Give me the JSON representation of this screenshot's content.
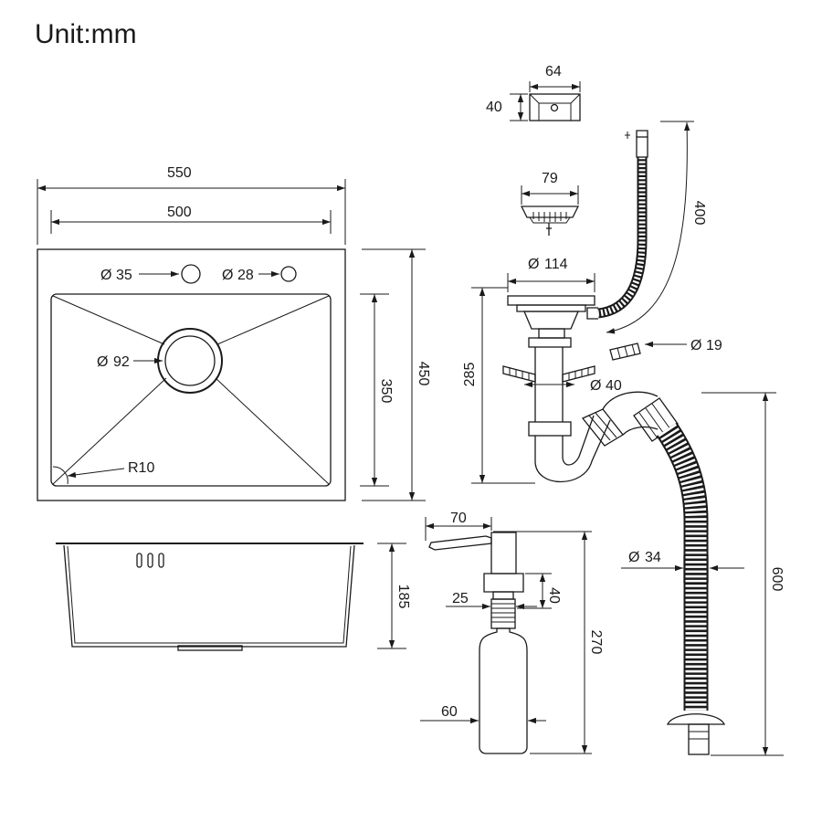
{
  "title": "Unit:mm",
  "sink_top": {
    "outer_width": "550",
    "bowl_width": "500",
    "faucet_hole": "35",
    "accessory_hole": "28",
    "drain_diameter": "92",
    "corner_radius": "R10",
    "bowl_depth": "350",
    "outer_depth": "450"
  },
  "sink_side": {
    "height": "185"
  },
  "basket_strainer": {
    "width": "79"
  },
  "overflow_box": {
    "width": "64",
    "height": "40"
  },
  "overflow_hose": {
    "length": "400",
    "connector_diameter": "19"
  },
  "drain_assembly": {
    "flange_diameter": "114",
    "height": "285",
    "tail_diameter": "40"
  },
  "outlet_hose": {
    "diameter": "34",
    "length": "600"
  },
  "soap_dispenser": {
    "spout_reach": "70",
    "collar_height": "40",
    "thread_diameter": "25",
    "total_height": "270",
    "bottle_diameter": "60"
  },
  "symbols": {
    "diameter": "Ø"
  }
}
